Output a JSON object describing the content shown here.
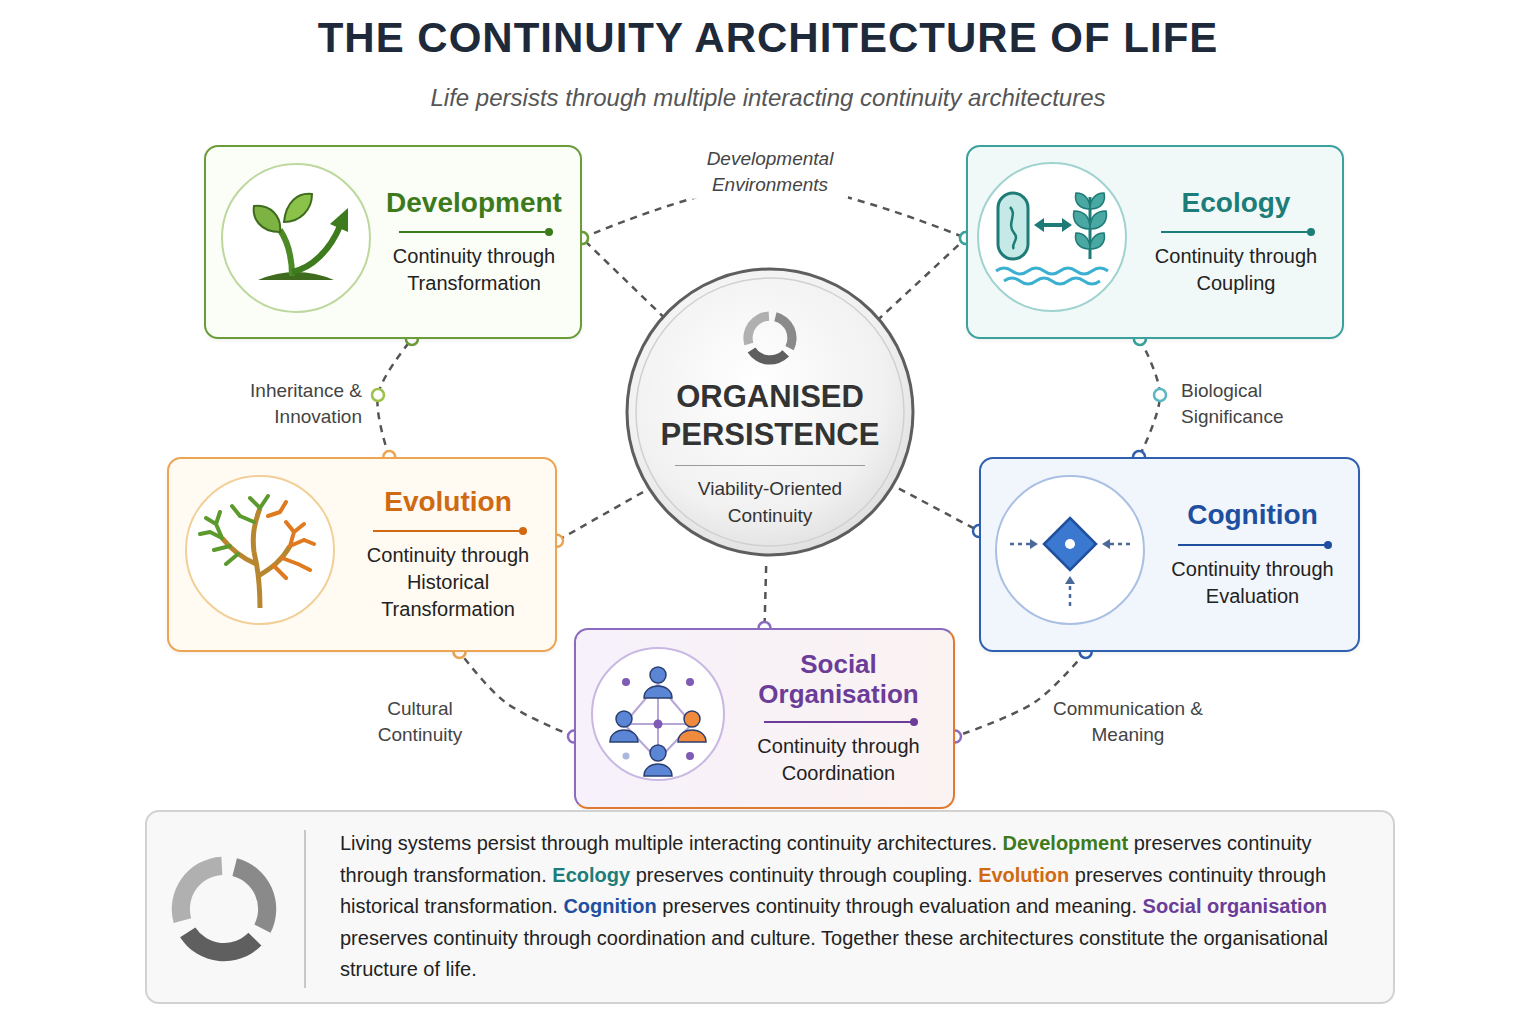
{
  "diagram": {
    "title": "THE CONTINUITY ARCHITECTURE OF LIFE",
    "nodes": [
      {
        "text": [
          "Development",
          "Continuity through Transformation"
        ]
      },
      {
        "text": [
          "Ecology",
          "Continuity through Coupling"
        ]
      },
      {
        "text": [
          "ORGANISED PERSISTENCE",
          "Viability-Oriented Continuity"
        ]
      },
      {
        "text": [
          "Evolution",
          "Continuity through Historical Transformation"
        ]
      },
      {
        "text": [
          "Cognition",
          "Continuity through Evaluation"
        ]
      },
      {
        "text": [
          "Social Organisation",
          "Continuity through Coordination"
        ]
      },
      {
        "text": [
          "Living systems persist through multiple interacting continuity architectures. Development preserves continuity through transformation. Ecology preserves continuity through coupling. Evolution preserves continuity through historical transformation. Cognition preserves continuity through evaluation and meaning. Social organisation preserves continuity through coordination and culture. Together these architectures constitute the organisational structure of life."
        ]
      }
    ],
    "edges": [
      {
        "from": 0,
        "to": 1,
        "arrow": "none",
        "label": "Developmental Environments"
      },
      {
        "from": 1,
        "to": 4,
        "arrow": "none",
        "label": "Biological Significance"
      },
      {
        "from": 4,
        "to": 5,
        "arrow": "none",
        "label": "Communication & Meaning"
      },
      {
        "from": 5,
        "to": 3,
        "arrow": "none",
        "label": "Cultural Continuity"
      },
      {
        "from": 3,
        "to": 0,
        "arrow": "none",
        "label": "Inheritance & Innovation"
      },
      {
        "from": 2,
        "to": 0,
        "arrow": "none"
      },
      {
        "from": 2,
        "to": 1,
        "arrow": "none"
      },
      {
        "from": 2,
        "to": 3,
        "arrow": "none"
      },
      {
        "from": 2,
        "to": 4,
        "arrow": "none"
      },
      {
        "from": 2,
        "to": 5,
        "arrow": "none"
      }
    ],
    "labels": [
      "Life persists through multiple interacting continuity architectures"
    ]
  }
}
